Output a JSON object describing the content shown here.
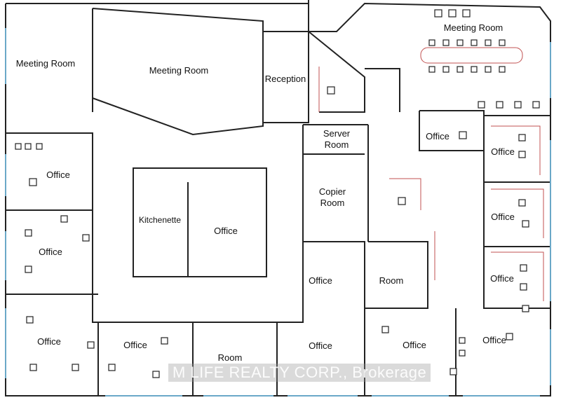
{
  "rooms": [
    {
      "label": "Meeting Room"
    },
    {
      "label": "Meeting Room"
    },
    {
      "label": "Reception"
    },
    {
      "label": "Meeting Room"
    },
    {
      "label": "Server Room"
    },
    {
      "label": "Office"
    },
    {
      "label": "Office"
    },
    {
      "label": "Office"
    },
    {
      "label": "Copier Room"
    },
    {
      "label": "Kitchenette"
    },
    {
      "label": "Office"
    },
    {
      "label": "Office"
    },
    {
      "label": "Office"
    },
    {
      "label": "Office"
    },
    {
      "label": "Room"
    },
    {
      "label": "Office"
    },
    {
      "label": "Office"
    },
    {
      "label": "Office"
    },
    {
      "label": "Room"
    },
    {
      "label": "Office"
    },
    {
      "label": "Office"
    },
    {
      "label": "Office"
    }
  ],
  "watermark": "M LIFE REALTY CORP., Brokerage",
  "colors": {
    "wall": "#222222",
    "door_accent": "#c05050",
    "window": "#6aa8c8"
  }
}
